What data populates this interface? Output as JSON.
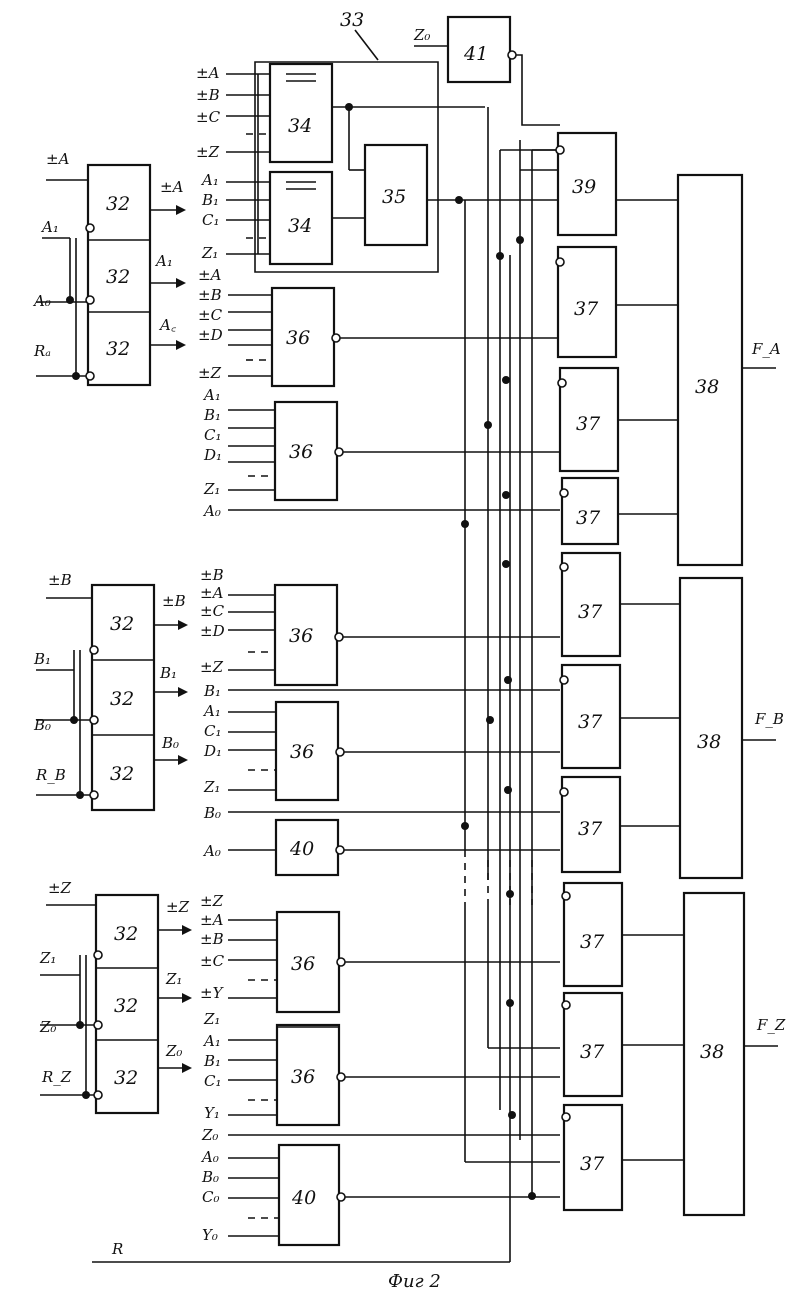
{
  "caption": "Фиг 2",
  "bus_label": "33",
  "blocks": {
    "b32": "32",
    "b33": "33",
    "b34": "34",
    "b35": "35",
    "b36": "36",
    "b37": "37",
    "b38": "38",
    "b39": "39",
    "b40": "40",
    "b41": "41"
  },
  "groupA": {
    "inputs": [
      "±A",
      "A₁",
      "A₀",
      "Rₐ"
    ],
    "outputs": [
      "±A",
      "A₁",
      "A꜀"
    ]
  },
  "groupB": {
    "inputs": [
      "±B",
      "B₁",
      "B₀",
      "R_B"
    ],
    "outputs": [
      "±B",
      "B₁",
      "B₀"
    ]
  },
  "groupZ": {
    "inputs": [
      "±Z",
      "Z₁",
      "Z₀",
      "R_Z"
    ],
    "outputs": [
      "±Z",
      "Z₁",
      "Z₀"
    ]
  },
  "col34a": [
    "±A",
    "±B",
    "±C",
    "±Z"
  ],
  "col34b": [
    "A₁",
    "B₁",
    "C₁",
    "Z₁"
  ],
  "col36a": [
    "±A",
    "±B",
    "±C",
    "±D",
    "±Z"
  ],
  "col36b": [
    "A₁",
    "B₁",
    "C₁",
    "D₁",
    "Z₁"
  ],
  "colA0": "A₀",
  "col36c": [
    "±B",
    "±A",
    "±C",
    "±D",
    "±Z"
  ],
  "colB1": "B₁",
  "col36d": [
    "A₁",
    "C₁",
    "D₁",
    "Z₁"
  ],
  "colB0": "B₀",
  "col40a": "A₀",
  "col36e": [
    "±Z",
    "±A",
    "±B",
    "±C",
    "±Y"
  ],
  "col36f": [
    "Z₁",
    "A₁",
    "B₁",
    "C₁",
    "Y₁"
  ],
  "colZ0": "Z₀",
  "col40b": [
    "A₀",
    "B₀",
    "C₀",
    "Y₀"
  ],
  "z0_in": "Z₀",
  "reset": "R",
  "outputs": [
    "F_A",
    "F_B",
    "F_Z"
  ]
}
